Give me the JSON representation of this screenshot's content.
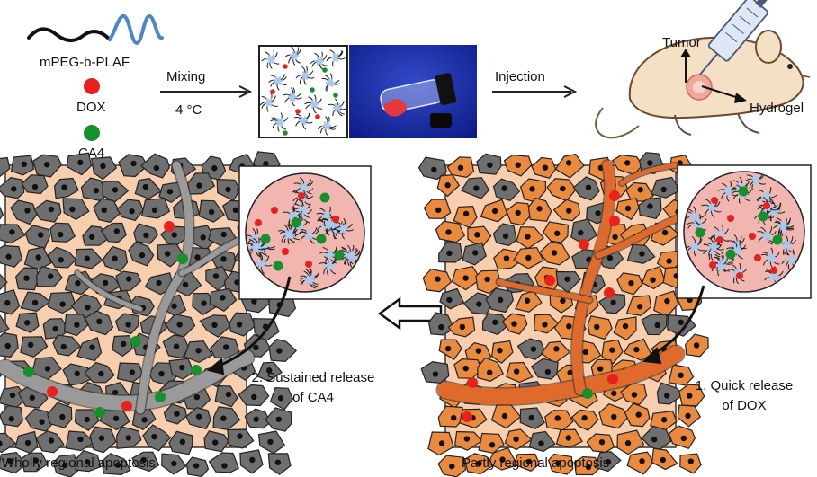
{
  "materials": {
    "polymer_label": "mPEG-b-PLAF",
    "dox_label": "DOX",
    "ca4_label": "CA4"
  },
  "process": {
    "mixing_label": "Mixing",
    "temperature_label": "4 °C",
    "injection_label": "Injection"
  },
  "mouse": {
    "tumor_label": "Tumor",
    "hydrogel_label": "Hydrogel"
  },
  "release": {
    "sustained_line1": "2. Sustained release",
    "sustained_line2": "of CA4",
    "quick_line1": "1. Quick release",
    "quick_line2": "of DOX"
  },
  "captions": {
    "left": "Wholly regional apoptosis",
    "right": "Partly regional apoptosis"
  },
  "colors": {
    "dox_red": "#e8211c",
    "ca4_green": "#15902a",
    "micelle_blue": "#a9c8ea",
    "polymer_black": "#111111",
    "polymer_blue": "#4a86c8",
    "tissue_peach": "#f8cfae",
    "cell_gray": "#6f6f6f",
    "cell_orange": "#e98a3e",
    "vessel_gray": "#9a9a9a",
    "vessel_orange": "#e06a2c",
    "gel_pink": "#f2b6b0",
    "vial_background": "#1a2ea0"
  }
}
